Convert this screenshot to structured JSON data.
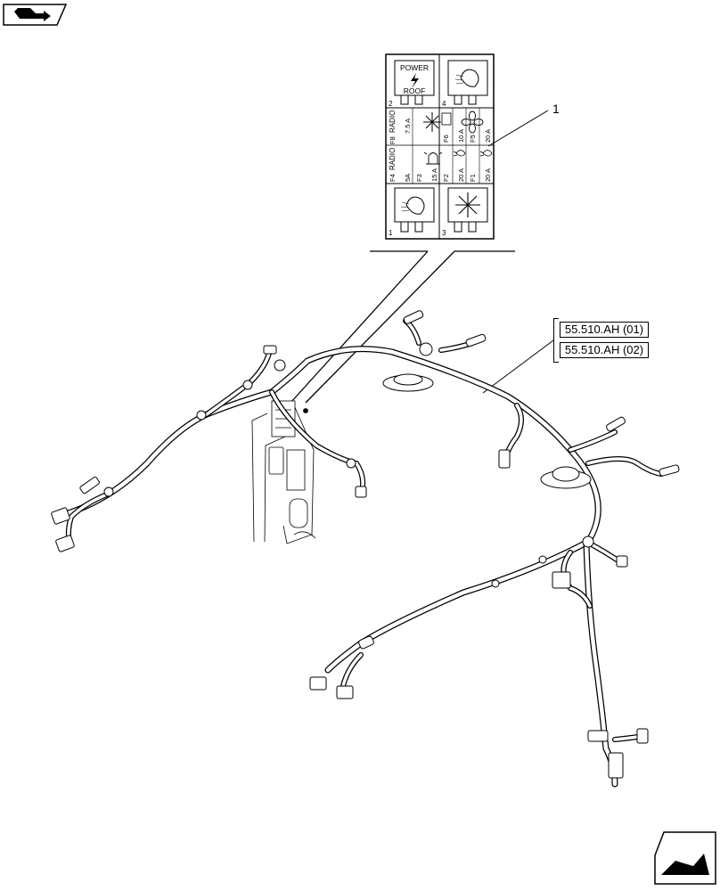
{
  "nav_icon": "book-arrow-icon",
  "corner_icon": "next-page-arrow-icon",
  "callout_number": "1",
  "fuse_box": {
    "top_left_cell": {
      "lines": [
        "POWER",
        "ROOF"
      ],
      "slot_number": "2"
    },
    "top_right_cell": {
      "slot_number": "4"
    },
    "bottom_left_cell": {
      "slot_number": "1"
    },
    "bottom_right_cell": {
      "slot_number": "3"
    },
    "fuses": [
      {
        "id": "F8",
        "name": "RADIO",
        "amp": "7.5 A"
      },
      {
        "id": "F6",
        "amp": "10 A"
      },
      {
        "id": "F5",
        "amp": "20 A"
      },
      {
        "id": "F4",
        "name": "RADIO",
        "amp": "5A"
      },
      {
        "id": "F3",
        "amp": "15 A"
      },
      {
        "id": "F2",
        "amp": "20 A"
      },
      {
        "id": "F1",
        "amp": "20 A"
      }
    ]
  },
  "references": [
    "55.510.AH (01)",
    "55.510.AH (02)"
  ]
}
